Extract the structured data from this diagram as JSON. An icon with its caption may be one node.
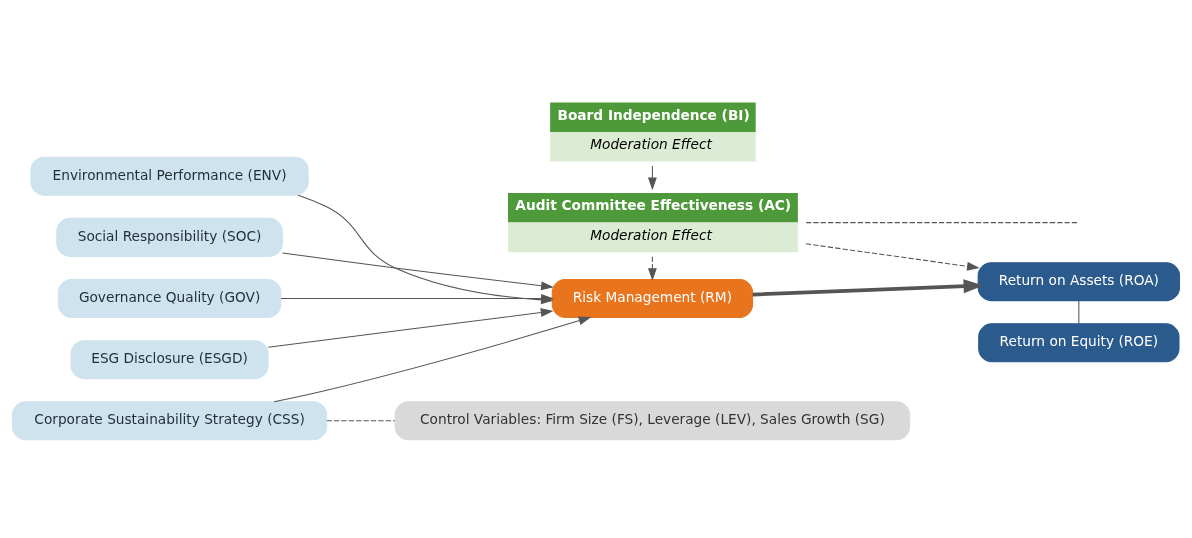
{
  "diagram": {
    "nodes": [
      {
        "text": [
          "Board Independence (BI)",
          "Moderation Effect"
        ]
      },
      {
        "text": [
          "Audit Committee Effectiveness (AC)",
          "Moderation Effect"
        ]
      },
      {
        "text": [
          "Environmental Performance (ENV)"
        ]
      },
      {
        "text": [
          "Social Responsibility (SOC)"
        ]
      },
      {
        "text": [
          "Governance Quality (GOV)"
        ]
      },
      {
        "text": [
          "ESG Disclosure (ESGD)"
        ]
      },
      {
        "text": [
          "Corporate Sustainability Strategy (CSS)"
        ]
      },
      {
        "text": [
          "Risk Management (RM)"
        ]
      },
      {
        "text": [
          "Return on Assets (ROA)"
        ]
      },
      {
        "text": [
          "Return on Equity (ROE)"
        ]
      },
      {
        "text": [
          "Control Variables: Firm Size (FS), Leverage (LEV), Sales Growth (SG)"
        ]
      }
    ],
    "edges": [
      {
        "from": 0,
        "to": 1,
        "arrow": "to"
      },
      {
        "from": 2,
        "to": 7,
        "arrow": "to"
      },
      {
        "from": 3,
        "to": 7,
        "arrow": "to"
      },
      {
        "from": 4,
        "to": 7,
        "arrow": "to"
      },
      {
        "from": 5,
        "to": 7,
        "arrow": "to"
      },
      {
        "from": 6,
        "to": 7,
        "arrow": "to"
      },
      {
        "from": 1,
        "to": 7,
        "arrow": "to",
        "style": "dashed"
      },
      {
        "from": 1,
        "to": 8,
        "arrow": "to",
        "style": "dashed"
      },
      {
        "from": 1,
        "to": null,
        "arrow": "none",
        "style": "dashed"
      },
      {
        "from": 7,
        "to": 8,
        "arrow": "to",
        "style": "thick"
      },
      {
        "from": 8,
        "to": 9,
        "arrow": "none"
      },
      {
        "from": 6,
        "to": 10,
        "arrow": "none",
        "style": "dashed"
      }
    ]
  }
}
